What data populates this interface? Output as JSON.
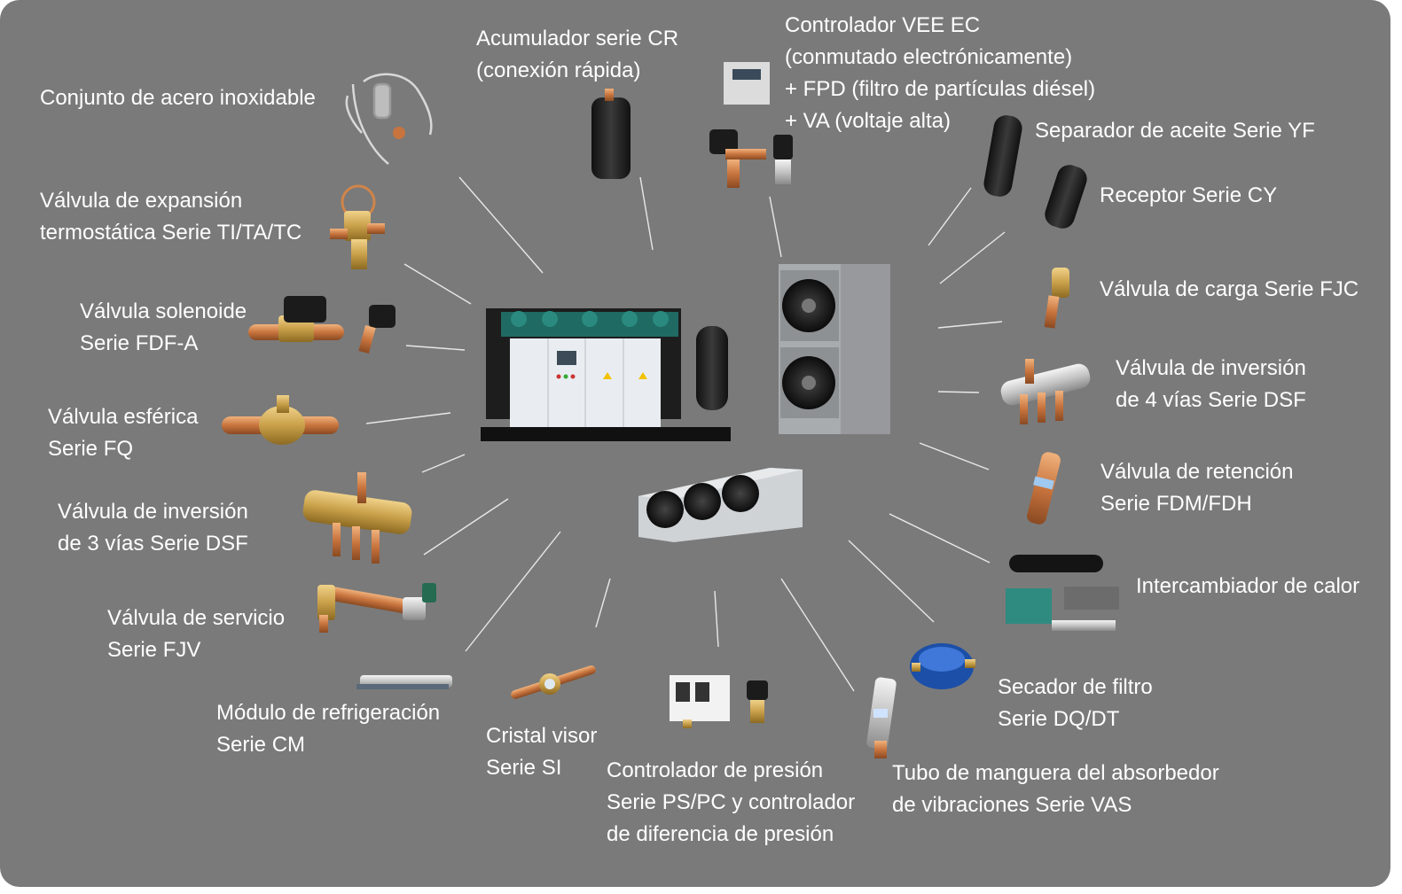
{
  "colors": {
    "background": "#7a7a7a",
    "text": "#ffffff",
    "lines": "#e8e8e8",
    "copper": "#c8743e",
    "brass": "#c9a04a"
  },
  "center_items": [
    {
      "name": "compressor-rack-unit",
      "icon": "compressor-rack-icon"
    },
    {
      "name": "outdoor-condensing-unit",
      "icon": "condensing-unit-icon"
    },
    {
      "name": "evaporator-unit",
      "icon": "evaporator-icon"
    }
  ],
  "labels": {
    "stainless": "Conjunto de acero inoxidable",
    "txv": "Válvula de expansión\ntermostática Serie TI/TA/TC",
    "solenoid": "Válvula solenoide\nSerie FDF-A",
    "ball": "Válvula esférica\nSerie FQ",
    "three_way": "Válvula de inversión\nde 3 vías Serie DSF",
    "service": "Válvula de servicio\nSerie FJV",
    "cm": "Módulo de refrigeración\nSerie CM",
    "sight": "Cristal visor\nSerie SI",
    "pressure": "Controlador de presión\nSerie PS/PC y controlador\nde diferencia de presión",
    "vas": "Tubo de manguera del absorbedor\nde vibraciones Serie VAS",
    "drier": "Secador de filtro\nSerie DQ/DT",
    "hx": "Intercambiador de calor",
    "check": "Válvula de retención\nSerie FDM/FDH",
    "four_way": "Válvula de inversión\nde 4 vías Serie DSF",
    "charge": "Válvula de carga Serie FJC",
    "receiver": "Receptor Serie CY",
    "oil_sep": "Separador de aceite Serie YF",
    "vee": "Controlador VEE EC\n(conmutado electrónicamente)\n+ FPD (filtro de partículas diésel)\n+ VA (voltaje alta)",
    "accumulator": "Acumulador serie CR\n(conexión rápida)"
  }
}
